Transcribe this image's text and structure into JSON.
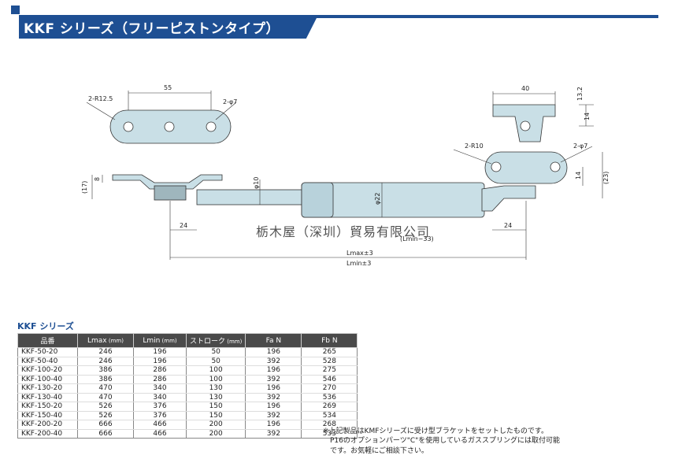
{
  "title": "KKF シリーズ（フリーピストンタイプ）",
  "drawing": {
    "labels": {
      "dim_55": "55",
      "dim_40": "40",
      "r125": "2-R12.5",
      "phi7_left": "2-φ7",
      "r10": "2-R10",
      "phi7_right": "2-φ7",
      "dim_13_2": "13.2",
      "dim_14_top": "14",
      "dim_14_right": "14",
      "dim_23": "(23)",
      "dim_17": "(17)",
      "dim_8": "8",
      "phi10": "φ10",
      "phi22": "φ22",
      "dim_24_left": "24",
      "dim_24_right": "24",
      "lmin33": "(Lmin−33)",
      "lmax": "Lmax±3",
      "lmin": "Lmin±3"
    },
    "watermark": "栃木屋（深圳）貿易有限公司"
  },
  "table": {
    "heading": "KKF シリーズ",
    "headers": [
      {
        "main": "品番",
        "unit": ""
      },
      {
        "main": "Lmax",
        "unit": "(mm)"
      },
      {
        "main": "Lmin",
        "unit": "(mm)"
      },
      {
        "main": "ストローク",
        "unit": "(mm)"
      },
      {
        "main": "Fa N",
        "unit": ""
      },
      {
        "main": "Fb N",
        "unit": ""
      }
    ],
    "rows": [
      [
        "KKF-50-20",
        "246",
        "196",
        "50",
        "196",
        "265"
      ],
      [
        "KKF-50-40",
        "246",
        "196",
        "50",
        "392",
        "528"
      ],
      [
        "KKF-100-20",
        "386",
        "286",
        "100",
        "196",
        "275"
      ],
      [
        "KKF-100-40",
        "386",
        "286",
        "100",
        "392",
        "546"
      ],
      [
        "KKF-130-20",
        "470",
        "340",
        "130",
        "196",
        "270"
      ],
      [
        "KKF-130-40",
        "470",
        "340",
        "130",
        "392",
        "536"
      ],
      [
        "KKF-150-20",
        "526",
        "376",
        "150",
        "196",
        "269"
      ],
      [
        "KKF-150-40",
        "526",
        "376",
        "150",
        "392",
        "534"
      ],
      [
        "KKF-200-20",
        "666",
        "466",
        "200",
        "196",
        "268"
      ],
      [
        "KKF-200-40",
        "666",
        "466",
        "200",
        "392",
        "533"
      ]
    ]
  },
  "notes": [
    "※上記製品はKMFシリーズに受け型ブラケットをセットしたものです。",
    "P16のオプションパーツ\"C\"を使用しているガススプリングには取付可能",
    "です。お気軽にご相談下さい。"
  ],
  "colors": {
    "brand": "#1e4f93",
    "part_fill": "#c9dfe6",
    "header_bg": "#4a4a4a"
  }
}
